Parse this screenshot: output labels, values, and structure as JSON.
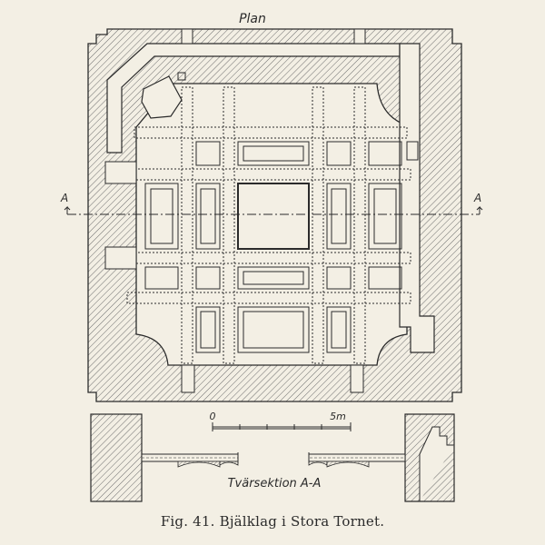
{
  "plan_title": "Plan",
  "section_marker_left": "A",
  "section_marker_right": "A",
  "scale_start": "0",
  "scale_end": "5m",
  "section_title": "Tvärsektion A-A",
  "caption": "Fig. 41.  Bjälklag i Stora Tornet.",
  "colors": {
    "paper": "#f3efe4",
    "ink": "#2b2b2b",
    "hatch": "#6d6d6d"
  }
}
